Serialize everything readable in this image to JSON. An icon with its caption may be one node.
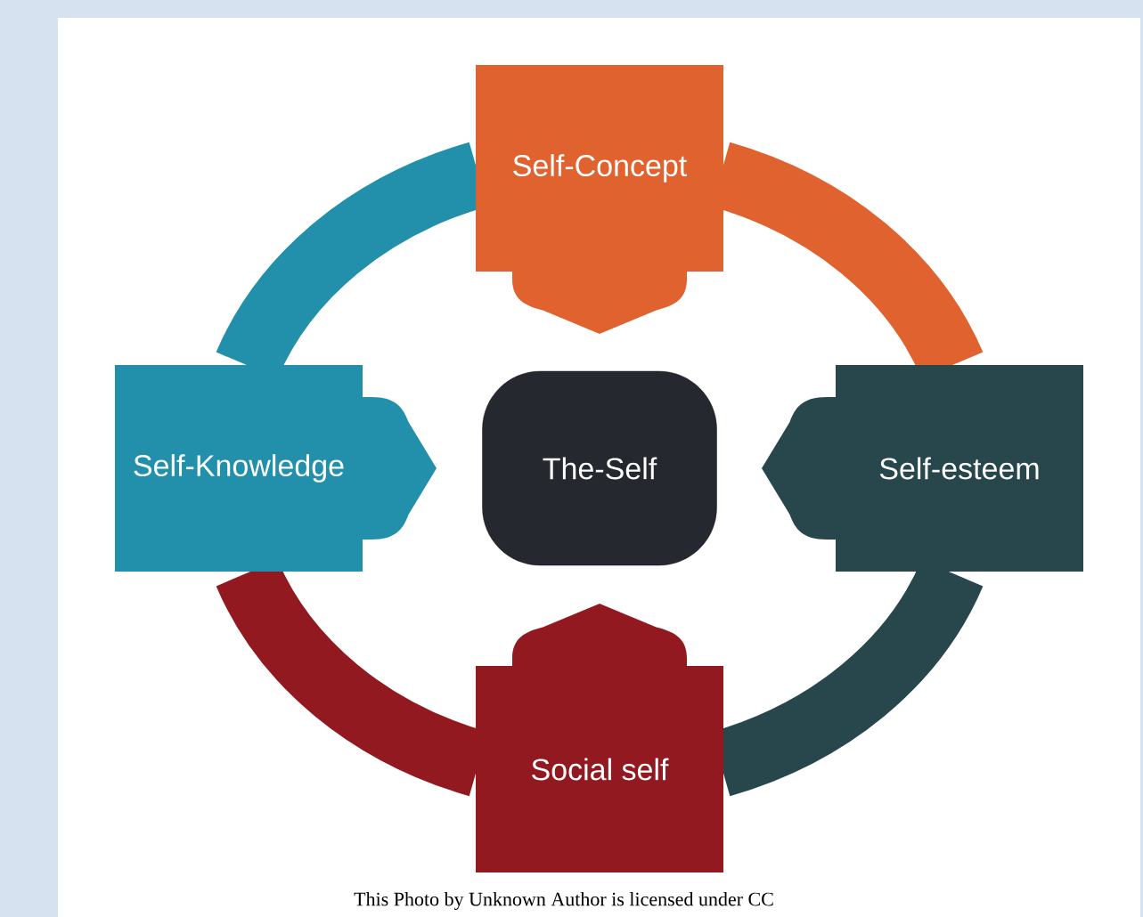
{
  "diagram": {
    "caption": "This Photo by Unknown Author is licensed under CC",
    "nodes": [
      {
        "text": [
          "Self-Concept"
        ]
      },
      {
        "text": [
          "Self-Knowledge"
        ]
      },
      {
        "text": [
          "The-Self"
        ]
      },
      {
        "text": [
          "Self-esteem"
        ]
      },
      {
        "text": [
          "Social self"
        ]
      }
    ]
  }
}
